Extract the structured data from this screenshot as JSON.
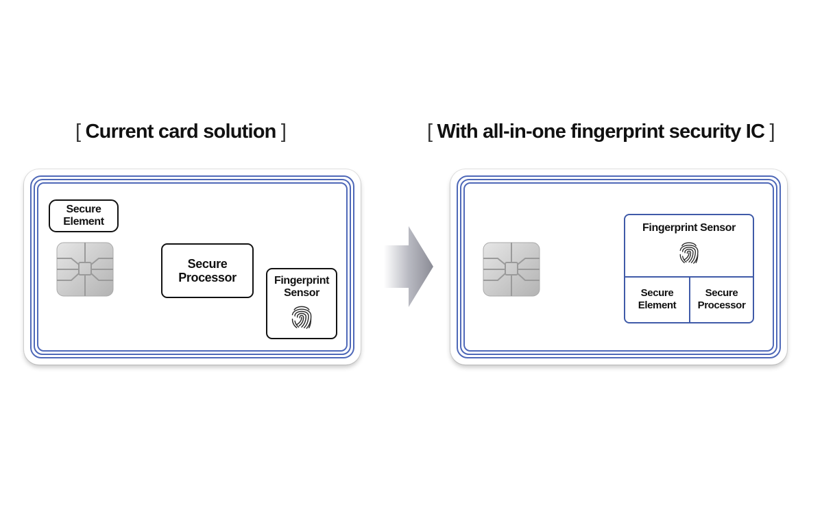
{
  "left": {
    "title": "Current card solution",
    "secure_element": "Secure\nElement",
    "secure_processor": "Secure\nProcessor",
    "fingerprint_sensor": "Fingerprint\nSensor"
  },
  "right": {
    "title": "With all-in-one fingerprint security IC",
    "fingerprint_sensor": "Fingerprint Sensor",
    "secure_element": "Secure\nElement",
    "secure_processor": "Secure\nProcessor"
  },
  "brackets": {
    "open": "[",
    "close": "]"
  },
  "colors": {
    "ring_blue": "#4e68b8",
    "ic_border": "#3f5aa8",
    "chip_gray": "#c9c9c9",
    "arrow_gray": "#8f909a"
  },
  "icons": [
    "chip-icon",
    "fingerprint-icon",
    "right-arrow-icon"
  ]
}
